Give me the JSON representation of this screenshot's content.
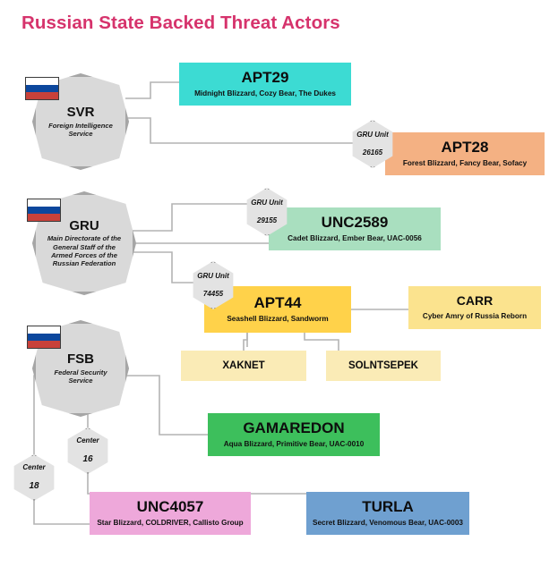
{
  "page": {
    "title": "Russian State Backed Threat Actors",
    "accent": "#d6336c"
  },
  "agencies": [
    {
      "id": "svr",
      "name": "SVR",
      "subtitle": "Foreign Intelligence Service",
      "flag": "russian-flag-icon"
    },
    {
      "id": "gru",
      "name": "GRU",
      "subtitle": "Main Directorate of the General Staff of the Armed Forces of the Russian Federation",
      "flag": "russian-flag-icon"
    },
    {
      "id": "fsb",
      "name": "FSB",
      "subtitle": "Federal Security Service",
      "flag": "russian-flag-icon"
    }
  ],
  "units": [
    {
      "id": "u26165",
      "line1": "GRU Unit",
      "line2": "26165"
    },
    {
      "id": "u29155",
      "line1": "GRU Unit",
      "line2": "29155"
    },
    {
      "id": "u74455",
      "line1": "GRU Unit",
      "line2": "74455"
    },
    {
      "id": "c16",
      "line1": "Center",
      "line2": "16"
    },
    {
      "id": "c18",
      "line1": "Center",
      "line2": "18"
    }
  ],
  "actors": [
    {
      "id": "apt29",
      "name": "APT29",
      "aliases": "Midnight Blizzard, Cozy Bear, The Dukes",
      "color": "#3CDBD3"
    },
    {
      "id": "apt28",
      "name": "APT28",
      "aliases": "Forest Blizzard, Fancy Bear, Sofacy",
      "color": "#F4B183"
    },
    {
      "id": "unc2589",
      "name": "UNC2589",
      "aliases": "Cadet Blizzard, Ember Bear, UAC-0056",
      "color": "#A9DFBF"
    },
    {
      "id": "apt44",
      "name": "APT44",
      "aliases": "Seashell Blizzard, Sandworm",
      "color": "#FFD24A"
    },
    {
      "id": "carr",
      "name": "CARR",
      "aliases": "Cyber Amry of Russia Reborn",
      "color": "#FBE38E"
    },
    {
      "id": "xaknet",
      "name": "XAKNET",
      "aliases": "",
      "color": "#FAEBB6"
    },
    {
      "id": "solntsepek",
      "name": "SOLNTSEPEK",
      "aliases": "",
      "color": "#FAEBB6"
    },
    {
      "id": "gamaredon",
      "name": "GAMAREDON",
      "aliases": "Aqua Blizzard, Primitive Bear, UAC-0010",
      "color": "#3DBF5C"
    },
    {
      "id": "unc4057",
      "name": "UNC4057",
      "aliases": "Star Blizzard, COLDRIVER, Callisto Group",
      "color": "#EEA8DA"
    },
    {
      "id": "turla",
      "name": "TURLA",
      "aliases": "Secret Blizzard, Venomous Bear, UAC-0003",
      "color": "#6FA0D0"
    }
  ]
}
